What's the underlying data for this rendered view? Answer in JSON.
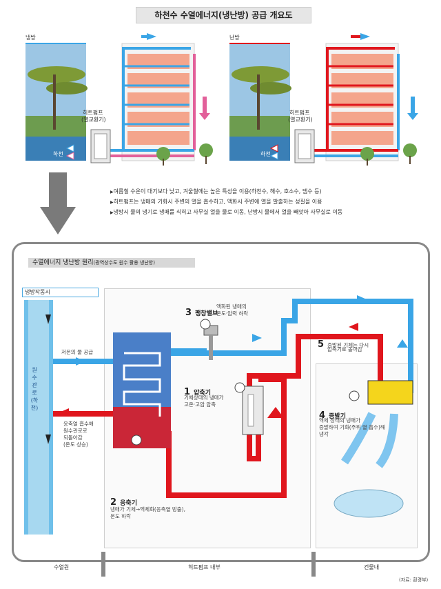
{
  "header": {
    "title": "하천수 수열에너지(냉난방) 공급 개요도"
  },
  "top_left": {
    "mode": "냉방",
    "pump_name": "히트펌프",
    "pump_sub": "(열교환기)",
    "river": "하천"
  },
  "top_right": {
    "mode": "난방",
    "pump_name": "히트펌프",
    "pump_sub": "(열교환기)",
    "river": "하천"
  },
  "notes": [
    "여름철 수온이 대기보다 낮고, 겨울철에는 높은 특성을 이용(하천수, 해수, 호소수, 댐수 등)",
    "히트펌프는 냉매의 기화시 주변의 열을 흡수하고, 액화시 주변에 열을 발출하는 성질을 이용",
    "냉방시 물의 냉기로 냉매를 식히고 사무실 열을 물로 이동, 난방시 물에서 열을 빼앗아 사무실로 이동"
  ],
  "principle": {
    "title": "수열에너지 냉난방 원리",
    "title_sub": "(광역상수도 원수 활용 냉난방)",
    "mode_box": "냉방작동시",
    "pipe_label": "원수관로(하천)",
    "supply": "저온의 물 공급",
    "return": [
      "응축열 흡수해",
      "원수관로로",
      "되돌아감",
      "(온도 상승)"
    ],
    "steps": [
      {
        "num": "1",
        "title": "압축기",
        "desc": [
          "기체상태의 냉매가",
          "고온·고압 압축"
        ]
      },
      {
        "num": "2",
        "title": "응축기",
        "desc": [
          "냉매가 기체→액체화(응축열 방출),",
          "온도 하락"
        ]
      },
      {
        "num": "3",
        "title": "팽창밸브",
        "desc": [
          "액화된 냉매의",
          "온도·압력 하락"
        ]
      },
      {
        "num": "4",
        "title": "증발기",
        "desc": [
          "액체 상태의 냉매가",
          "증발하여 기화(주위 열 흡수)해",
          "냉각"
        ]
      },
      {
        "num": "5",
        "title": "증발된 기체는 다시",
        "desc": [
          "압축기로 돌아감"
        ]
      }
    ],
    "zones": [
      "수열원",
      "히트펌프 내부",
      "건물내"
    ]
  },
  "source": "(자료: 환경부)",
  "colors": {
    "cold": "#3aa5e6",
    "hot": "#e0161d",
    "pink": "#e2609a",
    "evaporator": "#f4d51c",
    "pipe": "#a7d8f0"
  }
}
